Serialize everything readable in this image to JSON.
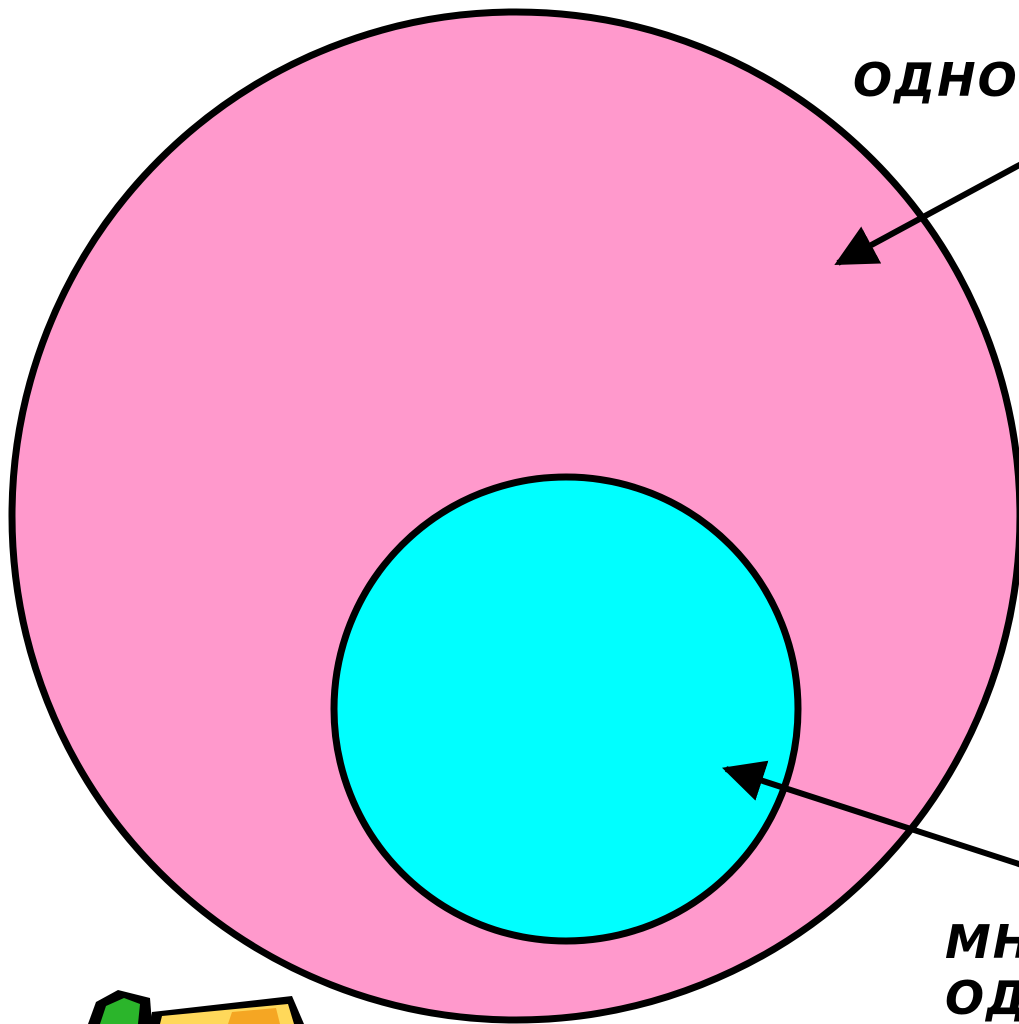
{
  "diagram": {
    "outer_set": {
      "label": "ОДНО",
      "fill_color": "#FF99CC"
    },
    "inner_set": {
      "label_line1": "МН",
      "label_line2": "ОД",
      "fill_color": "#00FFFF"
    },
    "stroke_color": "#000000"
  },
  "clipart": {
    "icon": "pencil-icon"
  }
}
